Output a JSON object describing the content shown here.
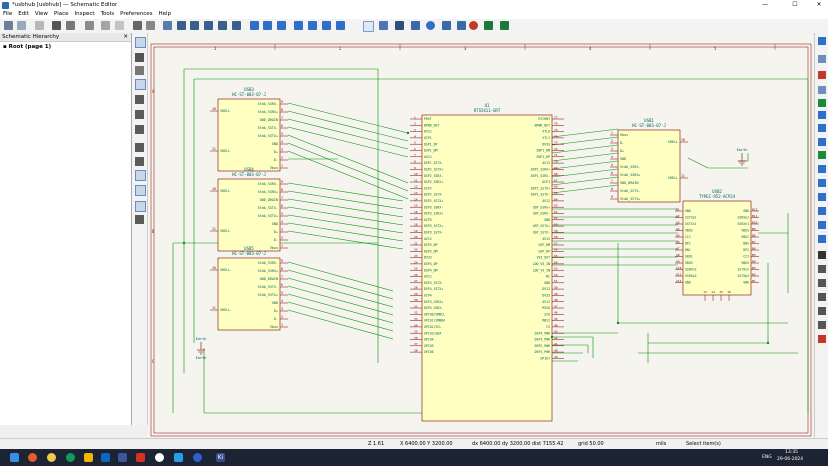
{
  "window": {
    "title": "*usbhub [usbhub] — Schematic Editor",
    "minimize": "—",
    "maximize": "☐",
    "close": "✕"
  },
  "menu": [
    "File",
    "Edit",
    "View",
    "Place",
    "Inspect",
    "Tools",
    "Preferences",
    "Help"
  ],
  "hierarchy": {
    "header": "Schematic Hierarchy",
    "close": "✕",
    "root": "Root (page 1)"
  },
  "border": {
    "cols": [
      "1",
      "2",
      "3",
      "4",
      "5"
    ],
    "rows": [
      "A",
      "B",
      "C"
    ]
  },
  "schematic": {
    "u1": {
      "ref": "U1",
      "value": "RTS5411-GRT",
      "left_pins": [
        [
          "1",
          "PRST"
        ],
        [
          "2",
          "BPWR_DET"
        ],
        [
          "3",
          "DV12"
        ],
        [
          "4",
          "OCP1"
        ],
        [
          "5",
          "DSP1_DP"
        ],
        [
          "6",
          "DSP1_DM"
        ],
        [
          "7",
          "AV12"
        ],
        [
          "8",
          "DSP1_SSTX-"
        ],
        [
          "9",
          "DSP2_SSTX+"
        ],
        [
          "10",
          "DSP2_SSRX-"
        ],
        [
          "11",
          "DSP2_SSRX+"
        ],
        [
          "12",
          "OCP2"
        ],
        [
          "13",
          "DSP2_SSTX-"
        ],
        [
          "14",
          "DSP2_SSTX+"
        ],
        [
          "15",
          "DSP3_SSRX-"
        ],
        [
          "16",
          "DSP3_SSRX+"
        ],
        [
          "17",
          "OCP3"
        ],
        [
          "18",
          "DSP3_SSTX+"
        ],
        [
          "19",
          "DSP3_SSTX-"
        ],
        [
          "20",
          "AV12"
        ],
        [
          "21",
          "DSP3_DP"
        ],
        [
          "22",
          "DSP3_DM"
        ],
        [
          "23",
          "DV33"
        ],
        [
          "24",
          "DSP4_DP"
        ],
        [
          "25",
          "DSP4_DM"
        ],
        [
          "26",
          "AV12"
        ],
        [
          "27",
          "DSP4_SSTX-"
        ],
        [
          "28",
          "DSP4_SSTX+"
        ],
        [
          "29",
          "OCP4"
        ],
        [
          "30",
          "DSP4_SSRX+"
        ],
        [
          "31",
          "DSP4_SSRX-"
        ],
        [
          "32",
          "GPIO0/SMBCL"
        ],
        [
          "33",
          "GPIO1/SMBDA"
        ],
        [
          "34",
          "GPIO2/SCL"
        ],
        [
          "35",
          "GPIO3/SDA"
        ],
        [
          "36",
          "GPIO4"
        ],
        [
          "37",
          "GPIO5"
        ],
        [
          "38",
          "GPIO6"
        ]
      ],
      "right_pins": [
        [
          "77",
          "RTCRNT"
        ],
        [
          "76",
          "BPWR_DET"
        ],
        [
          "75",
          "XTLO"
        ],
        [
          "74",
          "XTLI"
        ],
        [
          "73",
          "DV33"
        ],
        [
          "72",
          "DSP1_DM"
        ],
        [
          "71",
          "DSP1_DP"
        ],
        [
          "70",
          "AV12"
        ],
        [
          "69",
          "DSP1_SSRX+"
        ],
        [
          "68",
          "DSP1_SSRX-"
        ],
        [
          "67",
          "OCP1"
        ],
        [
          "66",
          "DSP1_SSTX+"
        ],
        [
          "65",
          "DSP1_SSTX-"
        ],
        [
          "64",
          "AV12"
        ],
        [
          "63",
          "USP_SSRX+"
        ],
        [
          "62",
          "USP_SSRX-"
        ],
        [
          "61",
          "GND"
        ],
        [
          "60",
          "USP_SSTX+"
        ],
        [
          "59",
          "USP_SSTX-"
        ],
        [
          "58",
          "AV12"
        ],
        [
          "57",
          "USP_DM"
        ],
        [
          "56",
          "USP_DP"
        ],
        [
          "55",
          "V33_OUT"
        ],
        [
          "54",
          "LDO_V5_IN"
        ],
        [
          "53",
          "LDO_V5_IN"
        ],
        [
          "52",
          "NC"
        ],
        [
          "51",
          "GND"
        ],
        [
          "50",
          "DV12"
        ],
        [
          "49",
          "DV33"
        ],
        [
          "48",
          "AV12"
        ],
        [
          "47",
          "MISO"
        ],
        [
          "46",
          "SCK"
        ],
        [
          "45",
          "MOSI"
        ],
        [
          "44",
          "CS"
        ],
        [
          "43",
          "DSP4_PWR"
        ],
        [
          "42",
          "DSP3_PWR"
        ],
        [
          "41",
          "DSP2_PWR"
        ],
        [
          "40",
          "DSP1_PWR"
        ],
        [
          "39",
          "GPIO7"
        ]
      ]
    },
    "usb3": {
      "ref": "USB3",
      "value": "HC-ST-003-07-J",
      "shell": "SHELL",
      "pins": [
        [
          "9",
          "StdA_SSRX-"
        ],
        [
          "8",
          "StdA_SSRX+"
        ],
        [
          "7",
          "GND_DRAIN"
        ],
        [
          "6",
          "StdA_SSTX-"
        ],
        [
          "5",
          "StdA_SSTX+"
        ],
        [
          "4",
          "GND"
        ],
        [
          "3",
          "D+"
        ],
        [
          "2",
          "D-"
        ],
        [
          "1",
          "Vbus"
        ]
      ],
      "shell_pins": [
        "10",
        "11"
      ]
    },
    "usb4": {
      "ref": "USB4",
      "value": "HC-ST-003-07-J",
      "shell": "SHELL",
      "pins": [
        [
          "9",
          "StdA_SSRX-"
        ],
        [
          "8",
          "StdA_SSRX+"
        ],
        [
          "7",
          "GND_DRAIN"
        ],
        [
          "6",
          "StdA_SSTX-"
        ],
        [
          "5",
          "StdA_SSTX+"
        ],
        [
          "4",
          "GND"
        ],
        [
          "3",
          "D+"
        ],
        [
          "2",
          "D-"
        ],
        [
          "1",
          "Vbus"
        ]
      ],
      "shell_pins": [
        "10",
        "11"
      ]
    },
    "usb5": {
      "ref": "USB5",
      "value": "HC-ST-003-07-J",
      "shell": "SHELL",
      "pins": [
        [
          "9",
          "StdA_SSRX-"
        ],
        [
          "8",
          "StdA_SSRX+"
        ],
        [
          "7",
          "GND_DRAIN"
        ],
        [
          "6",
          "StdA_SSTX-"
        ],
        [
          "5",
          "StdA_SSTX+"
        ],
        [
          "4",
          "GND"
        ],
        [
          "3",
          "D+"
        ],
        [
          "2",
          "D-"
        ],
        [
          "1",
          "Vbus"
        ]
      ],
      "shell_pins": [
        "10",
        "11"
      ]
    },
    "usb1": {
      "ref": "USB1",
      "value": "HC-ST-003-07-J",
      "shell": "SHELL",
      "pins": [
        [
          "1",
          "Vbus"
        ],
        [
          "2",
          "D-"
        ],
        [
          "3",
          "D+"
        ],
        [
          "4",
          "GND"
        ],
        [
          "5",
          "StdA_SSRX-"
        ],
        [
          "6",
          "StdA_SSRX+"
        ],
        [
          "7",
          "GND_DRAIN"
        ],
        [
          "8",
          "StdA_SSTX-"
        ],
        [
          "9",
          "StdA_SSTX+"
        ]
      ],
      "shell_pins": [
        "10",
        "11"
      ]
    },
    "usb2": {
      "ref": "USB2",
      "value": "TYPEC-952-ACP24",
      "left_pins": [
        [
          "A1",
          "GND"
        ],
        [
          "A2",
          "SSTXp1"
        ],
        [
          "A3",
          "SSTXn1"
        ],
        [
          "A4",
          "VBUS"
        ],
        [
          "A5",
          "CC1"
        ],
        [
          "A6",
          "DP1"
        ],
        [
          "A7",
          "DN1"
        ],
        [
          "A8",
          "SBU1"
        ],
        [
          "A9",
          "VBUS"
        ],
        [
          "A10",
          "SSRXn2"
        ],
        [
          "A11",
          "SSRXp2"
        ],
        [
          "A12",
          "GND"
        ]
      ],
      "right_pins": [
        [
          "B12",
          "GND"
        ],
        [
          "B11",
          "SSRXp1"
        ],
        [
          "B10",
          "SSRXn1"
        ],
        [
          "B9",
          "VBUS"
        ],
        [
          "B8",
          "SBU2"
        ],
        [
          "B7",
          "DN2"
        ],
        [
          "B6",
          "DP2"
        ],
        [
          "B5",
          "CC2"
        ],
        [
          "B4",
          "VBUS"
        ],
        [
          "B3",
          "SSTXn2"
        ],
        [
          "B2",
          "SSTXp2"
        ],
        [
          "B1",
          "GND"
        ]
      ],
      "bottom_pins": [
        "13",
        "14",
        "15",
        "16"
      ]
    },
    "earth1": "Earth",
    "earth2": "Earth"
  },
  "status": {
    "zoom": "Z 1.61",
    "xy": "X 6400.00  Y 3200.00",
    "dxy": "dx 6400.00  dy 3200.00  dist 7155.42",
    "grid": "grid 50.00",
    "units": "mils",
    "mode": "Select item(s)"
  },
  "taskbar": {
    "lang": "ENG",
    "time": "13:35",
    "date": "29-06-2024"
  },
  "colors": {
    "wire": "#009600",
    "body": "#ffffc2",
    "outline": "#840000",
    "pin": "#840000",
    "text": "#006464",
    "label": "#00009a",
    "border": "#840000"
  }
}
